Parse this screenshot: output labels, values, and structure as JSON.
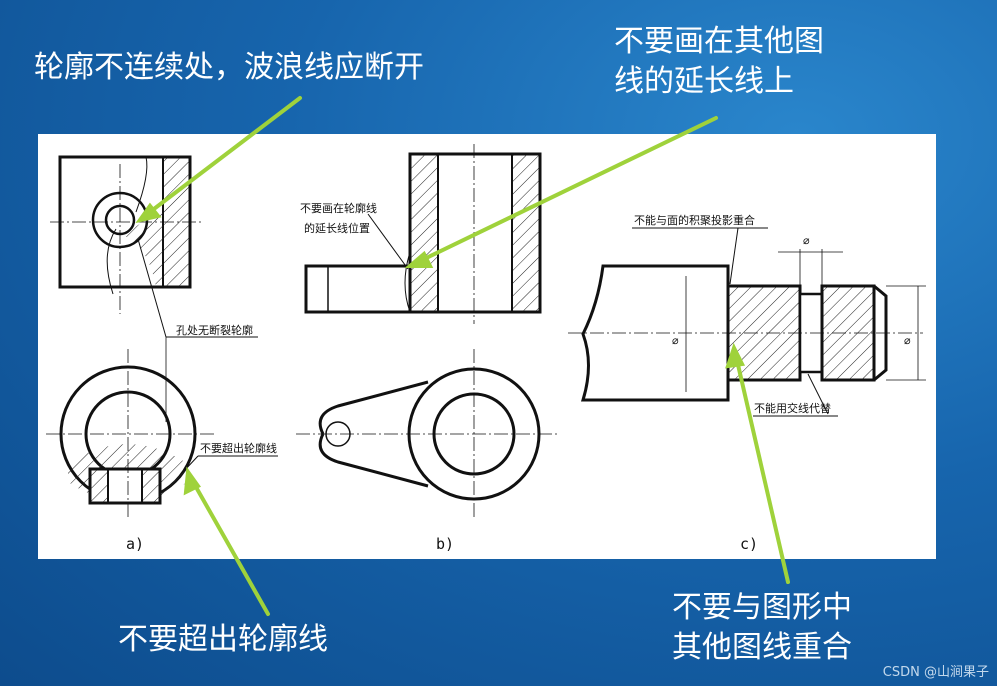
{
  "slide": {
    "captions": {
      "top_left": "轮廓不连续处，波浪线应断开",
      "top_right_line1": "不要画在其他图",
      "top_right_line2": "线的延长线上",
      "bottom_left": "不要超出轮廓线",
      "bottom_right_line1": "不要与图形中",
      "bottom_right_line2": "其他图线重合"
    },
    "watermark": "CSDN @山涧果子",
    "colors": {
      "background": "#1765ad",
      "arrow": "#9fd23b",
      "text": "#ffffff"
    }
  },
  "drawing": {
    "panel_labels": {
      "a": "a)",
      "b": "b)",
      "c": "c)"
    },
    "annotations": {
      "hole_no_break": "孔处无断裂轮廓",
      "not_exceed": "不要超出轮廓线",
      "not_on_extension_1": "不要画在轮廓线",
      "not_on_extension_2": "的延长线位置",
      "not_coincide_projection": "不能与面的积聚投影重合",
      "not_replace_intersection": "不能用交线代替",
      "diameter_symbol": "⌀"
    }
  }
}
